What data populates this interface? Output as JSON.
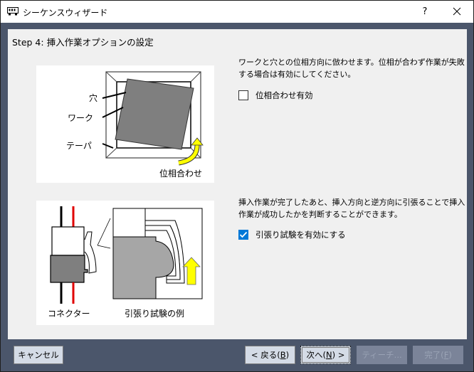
{
  "window": {
    "title": "シーケンスウィザード",
    "icon": "wizard-app-icon",
    "help_label": "?",
    "close_icon": "close-icon"
  },
  "step": {
    "title": "Step 4: 挿入作業オプションの設定"
  },
  "section_phase": {
    "description": "ワークと穴との位相方向に倣わせます。位相が合わず作業が失敗する場合は有効にしてください。",
    "checkbox_label": "位相合わせ有効",
    "checked": false,
    "illustration": {
      "labels": {
        "hole": "穴",
        "work": "ワーク",
        "taper": "テーパ",
        "caption": "位相合わせ"
      },
      "colors": {
        "work": "#7f7f7f",
        "arrow": "#ffff00"
      }
    }
  },
  "section_pull": {
    "description": "挿入作業が完了したあと、挿入方向と逆方向に引張ることで挿入作業が成功したかを判断することができます。",
    "checkbox_label": "引張り試験を有効にする",
    "checked": true,
    "illustration": {
      "labels": {
        "connector": "コネクター",
        "caption": "引張り試験の例"
      },
      "colors": {
        "body": "#a6a6a6",
        "wire_black": "#000000",
        "wire_red": "#e00000",
        "arrow": "#ffff00"
      }
    }
  },
  "buttons": {
    "cancel": "キャンセル",
    "back_prefix": "< 戻る(",
    "back_key": "B",
    "back_suffix": ")",
    "next_prefix": "次へ(",
    "next_key": "N",
    "next_suffix": ") >",
    "teach": "ティーチ...",
    "finish_prefix": "完了(",
    "finish_key": "F",
    "finish_suffix": ")"
  },
  "colors": {
    "frame": "#4b566b",
    "content_bg": "#f0f0f0",
    "checkbox_accent": "#0078d7",
    "button_bg": "#d4dbe6",
    "button_disabled_bg": "#7b8499"
  }
}
